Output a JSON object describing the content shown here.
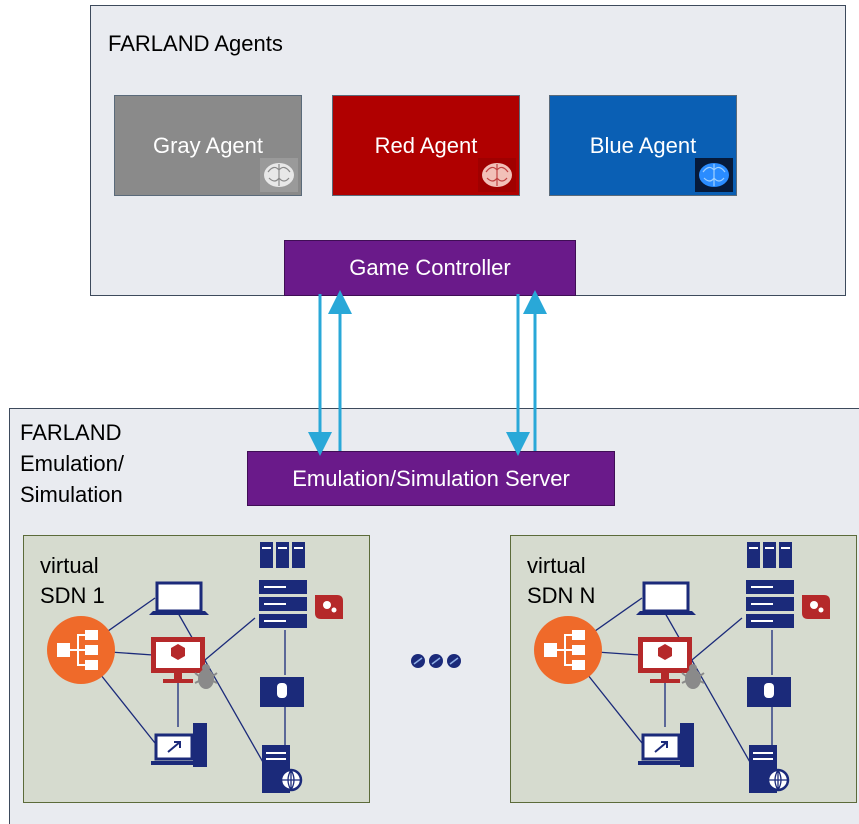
{
  "agents_panel": {
    "title": "FARLAND Agents",
    "agents": [
      {
        "label": "Gray Agent",
        "color": "#8a8a8a"
      },
      {
        "label": "Red Agent",
        "color": "#b00000"
      },
      {
        "label": "Blue Agent",
        "color": "#0a5fb4"
      }
    ],
    "controller_label": "Game Controller"
  },
  "emulation_panel": {
    "title_lines": [
      "FARLAND",
      "Emulation/",
      "Simulation"
    ],
    "server_label": "Emulation/Simulation Server",
    "sdn_left": {
      "lines": [
        "virtual",
        "SDN 1"
      ]
    },
    "sdn_right": {
      "lines": [
        "virtual",
        "SDN N"
      ]
    }
  },
  "colors": {
    "purple": "#6a1a8a",
    "arrow": "#29a8d8",
    "navy_icon": "#1b2a7a",
    "orange_router": "#ef6a2a",
    "red_icon": "#b5292a"
  },
  "icons": [
    "brain-icon",
    "router-icon",
    "laptop-icon",
    "desktop-malware-icon",
    "bug-icon",
    "server-rack-icon",
    "server-icon",
    "script-icon",
    "database-server-icon",
    "web-server-icon",
    "workstation-icon",
    "ellipsis-dots-icon"
  ]
}
